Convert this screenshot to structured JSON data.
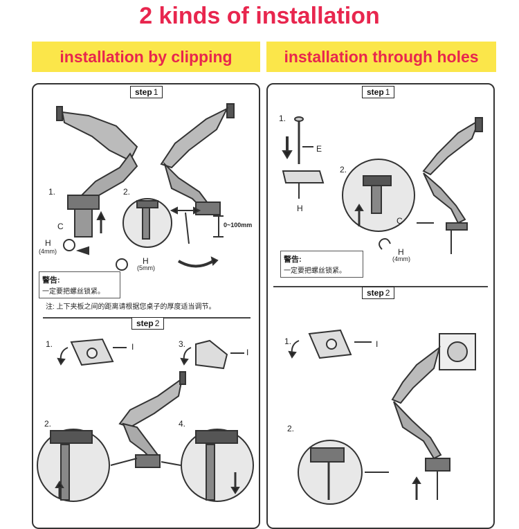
{
  "title": "2 kinds of installation",
  "banners": {
    "clip": "installation by clipping",
    "holes": "installation through holes"
  },
  "left": {
    "step1": {
      "label": "step",
      "num": "1"
    },
    "step2": {
      "label": "step",
      "num": "2"
    },
    "labels": {
      "n1": "1.",
      "n2": "2.",
      "c": "C",
      "h1": "H",
      "h1size": "(4mm)",
      "h2": "H",
      "h2size": "(5mm)",
      "range": "0~100mm"
    },
    "warning": {
      "title": "警告:",
      "text": "一定要把螺丝锁紧。"
    },
    "note": "注: 上下夹板之间的距离请根据您桌子的厚度适当调节。",
    "step2labels": {
      "n1": "1.",
      "n2": "2.",
      "n3": "3.",
      "n4": "4.",
      "i1": "I",
      "i3": "I"
    }
  },
  "right": {
    "step1": {
      "label": "step",
      "num": "1"
    },
    "step2": {
      "label": "step",
      "num": "2"
    },
    "labels": {
      "n1": "1.",
      "n2": "2.",
      "e": "E",
      "h": "H",
      "c": "C",
      "h2": "H",
      "h2size": "(4mm)"
    },
    "warning": {
      "title": "警告:",
      "text": "一定要把螺丝锁紧。"
    },
    "step2labels": {
      "n1": "1.",
      "n2": "2.",
      "i": "I"
    }
  },
  "colors": {
    "title": "#e8264e",
    "banner": "#fbe64a"
  }
}
